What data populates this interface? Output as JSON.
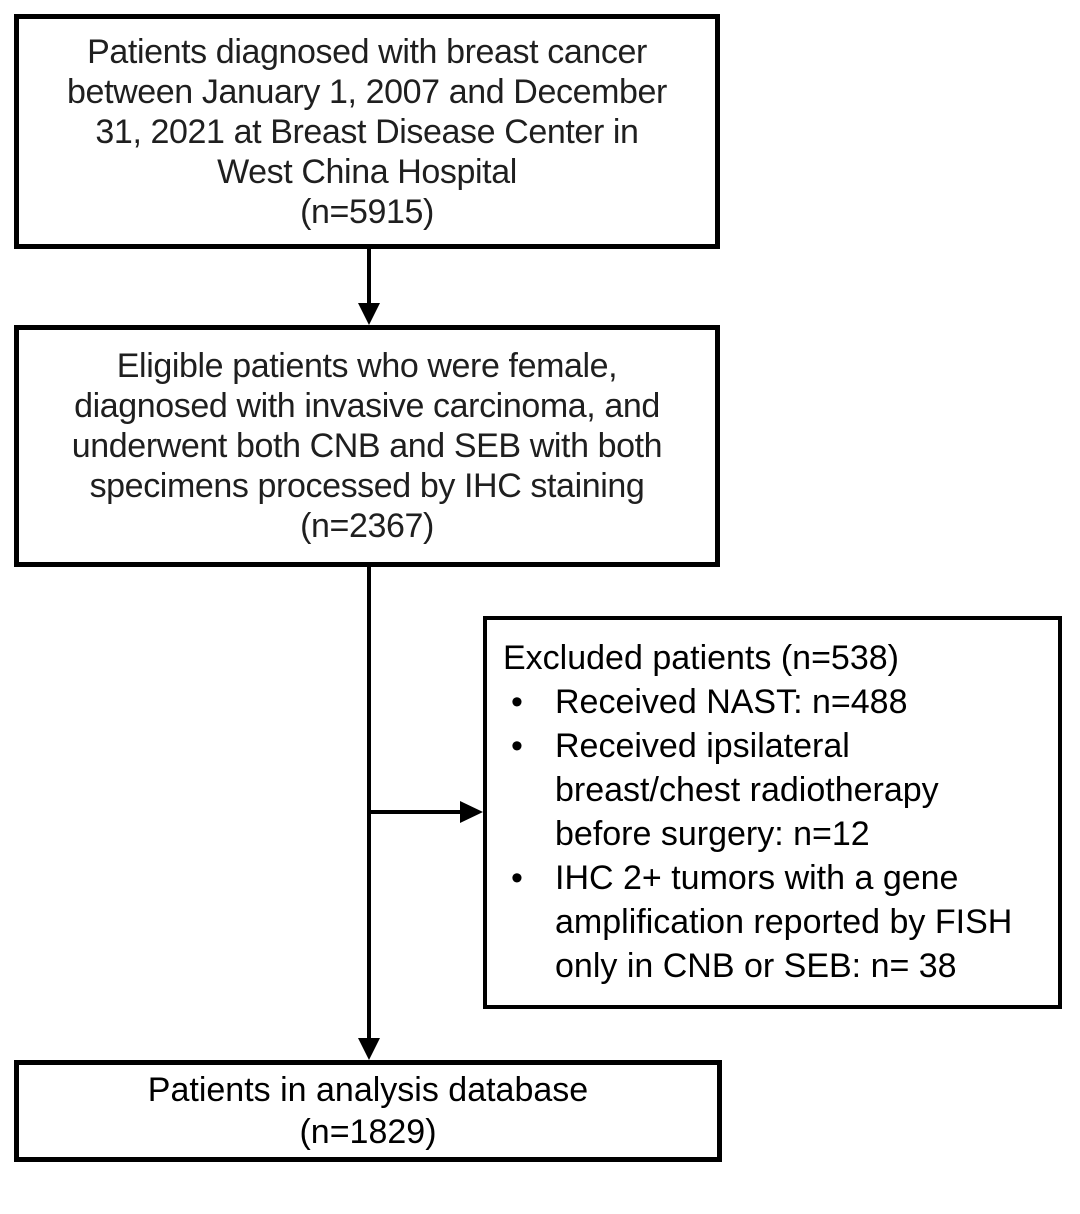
{
  "figure": {
    "type": "patient-flow-diagram",
    "colors": {
      "background": "#ffffff",
      "border": "#000000",
      "text": "#000000",
      "arrow": "#000000"
    },
    "boxes": {
      "screened": {
        "text": "Patients diagnosed with breast cancer\nbetween January 1, 2007 and December\n31, 2021 at Breast Disease Center in\nWest China Hospital\n(n=5915)"
      },
      "eligible": {
        "text": "Eligible patients who were female,\ndiagnosed with invasive carcinoma, and\nunderwent both CNB and SEB with both\nspecimens processed by IHC staining\n(n=2367)"
      },
      "excluded": {
        "title": "Excluded patients (n=538)",
        "items": [
          "Received NAST: n=488",
          "Received ipsilateral\nbreast/chest radiotherapy\nbefore surgery: n=12",
          "IHC 2+ tumors with a gene\namplification reported by FISH\nonly in CNB or SEB: n= 38"
        ]
      },
      "analysis": {
        "text": "Patients in analysis database\n(n=1829)"
      }
    }
  }
}
